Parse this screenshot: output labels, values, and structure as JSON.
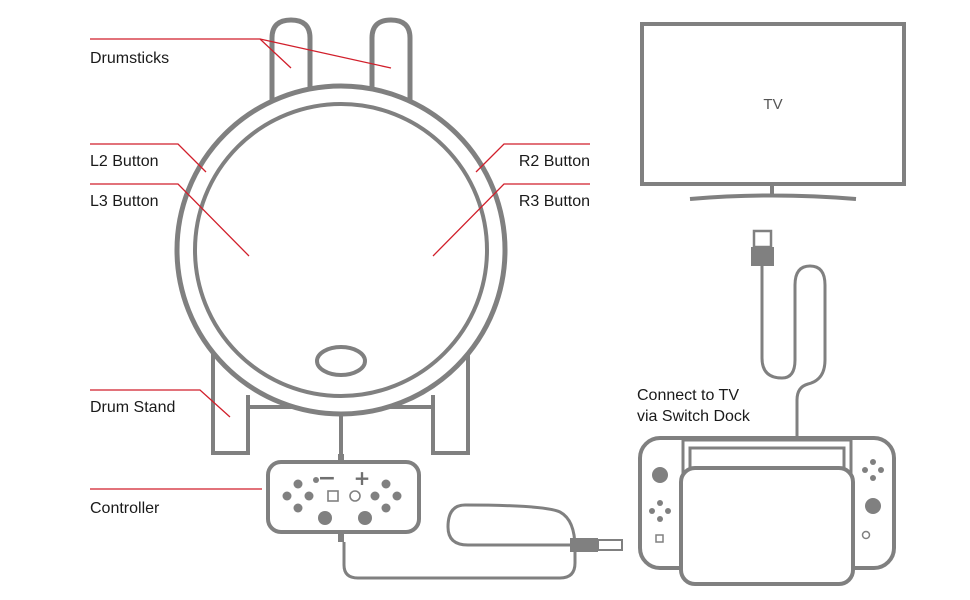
{
  "labels": {
    "drumsticks": "Drumsticks",
    "l2_button": "L2 Button",
    "l3_button": "L3 Button",
    "r2_button": "R2 Button",
    "r3_button": "R3 Button",
    "drum_stand": "Drum Stand",
    "controller": "Controller",
    "connect_line1": "Connect to TV",
    "connect_line2": "via Switch Dock",
    "tv": "TV"
  },
  "controller_symbols": {
    "minus": "−",
    "plus": "+"
  },
  "colors": {
    "pointer_lines": "#d11f2b",
    "device_outline": "#808080",
    "text": "#1a1a1a"
  }
}
